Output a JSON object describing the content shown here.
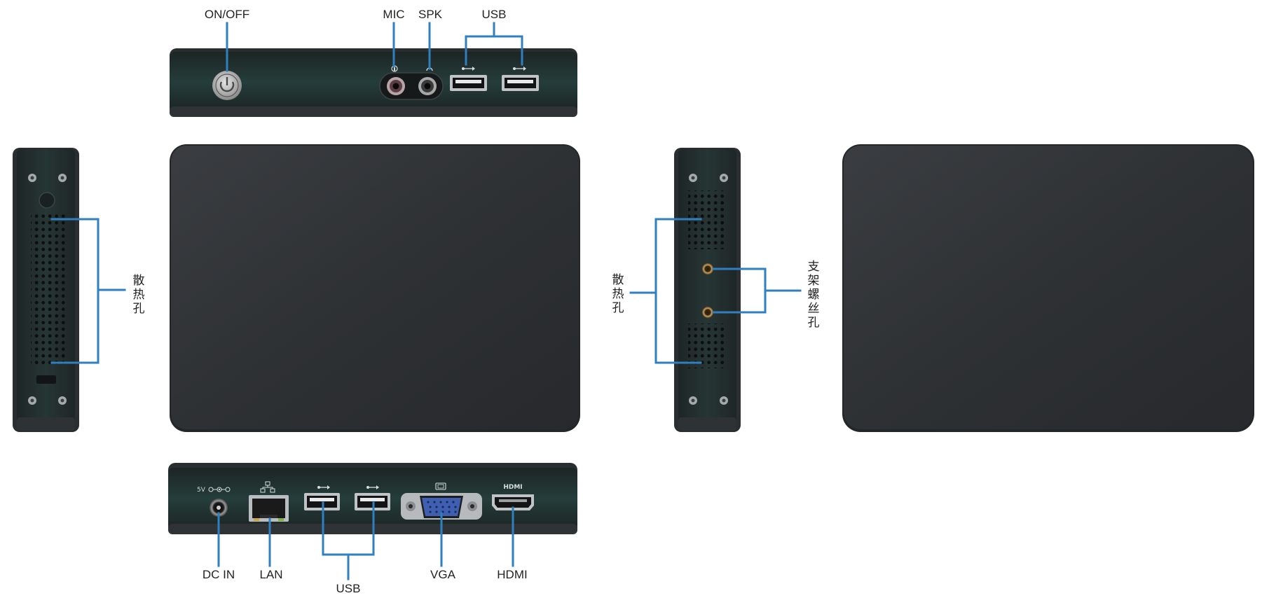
{
  "colors": {
    "callout": "#2f7fc1",
    "device_face": "#233d3b",
    "device_body": "#2a2d30",
    "label_text": "#222222"
  },
  "front_panel": {
    "power_label": "ON/OFF",
    "mic_label": "MIC",
    "spk_label": "SPK",
    "usb_label": "USB"
  },
  "rear_panel": {
    "dc_in_label": "DC IN",
    "lan_label": "LAN",
    "usb_label": "USB",
    "vga_label": "VGA",
    "hdmi_label": "HDMI",
    "dc_marking": "5V",
    "hdmi_marking": "HDMI"
  },
  "left_side": {
    "vent_chars": [
      "散",
      "热",
      "孔"
    ]
  },
  "right_side": {
    "vent_chars": [
      "散",
      "热",
      "孔"
    ],
    "bracket_chars": [
      "支",
      "架",
      "螺",
      "丝",
      "孔"
    ]
  },
  "icons": {
    "power": "power-icon",
    "mic": "microphone-icon",
    "speaker": "headphone-icon",
    "usb": "usb-icon",
    "lan": "network-icon",
    "vga": "monitor-icon"
  }
}
